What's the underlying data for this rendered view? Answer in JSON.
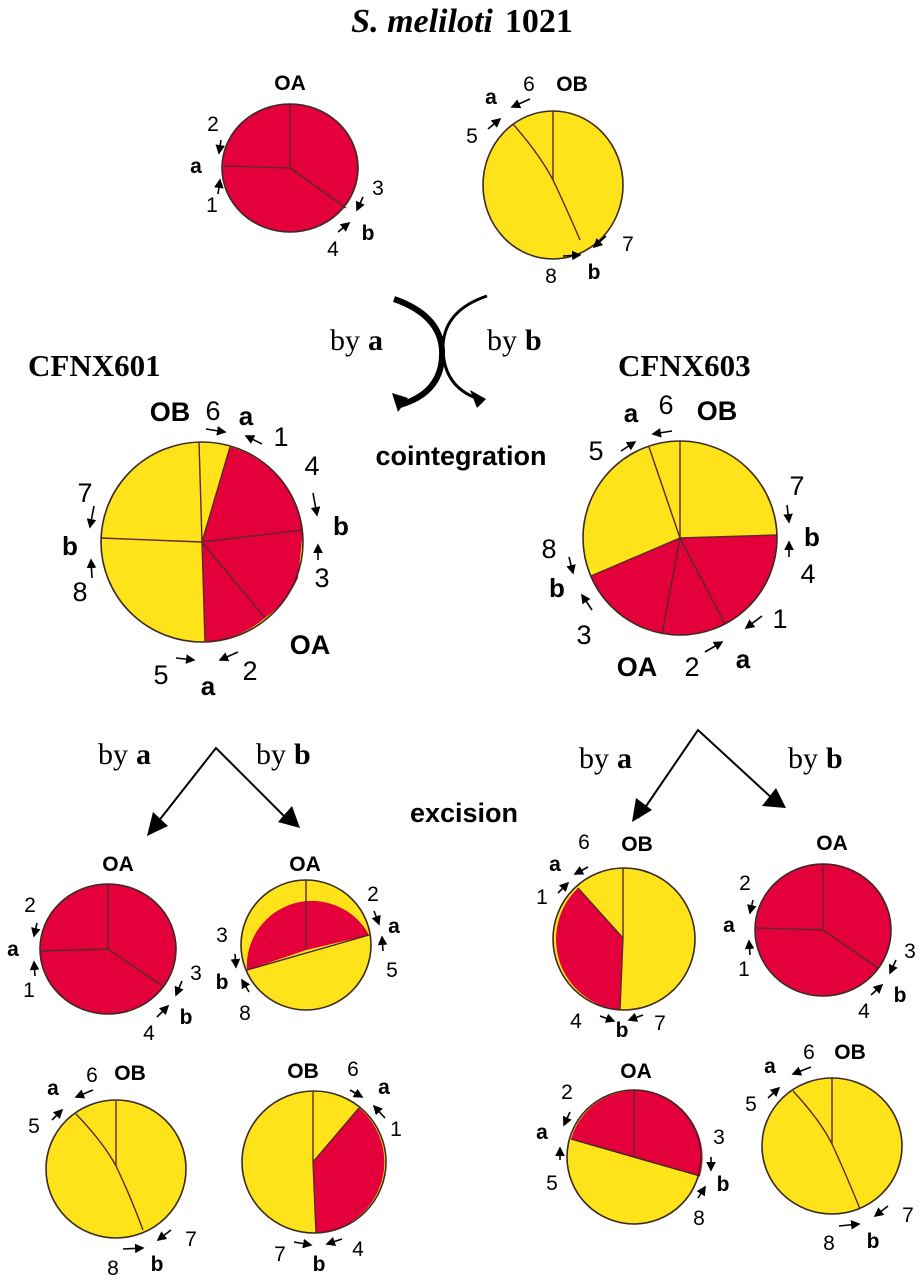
{
  "title": {
    "italic": "S. meliloti",
    "strain": "1021"
  },
  "colors": {
    "replicon_OA": "#e4003a",
    "replicon_OB": "#ffe31a",
    "line": "#000000"
  },
  "labels": {
    "OA": "OA",
    "OB": "OB",
    "site_a": "a",
    "site_b": "b",
    "by_prefix": "by",
    "cointegration": "cointegration",
    "excision": "excision"
  },
  "strains": {
    "left": "CFNX601",
    "right": "CFNX603"
  },
  "numbers": {
    "n1": "1",
    "n2": "2",
    "n3": "3",
    "n4": "4",
    "n5": "5",
    "n6": "6",
    "n7": "7",
    "n8": "8"
  },
  "steps": [
    {
      "name": "cointegration",
      "left_branch": "by a",
      "right_branch": "by b"
    },
    {
      "name": "excision",
      "left_branch": "by a",
      "right_branch": "by b"
    }
  ],
  "replicons": [
    {
      "id": "wt-OA",
      "origin": "OA",
      "composition": "OA only",
      "sites": [
        "1",
        "2",
        "a",
        "3",
        "4",
        "b"
      ]
    },
    {
      "id": "wt-OB",
      "origin": "OB",
      "composition": "OB only",
      "sites": [
        "5",
        "6",
        "a",
        "7",
        "8",
        "b"
      ]
    },
    {
      "id": "CFNX601",
      "origins": [
        "OB",
        "OA"
      ],
      "composition": "OA + OB cointegrate (by a)",
      "sites": [
        "6",
        "a",
        "1",
        "4",
        "b",
        "3",
        "2",
        "a",
        "5",
        "7",
        "b",
        "8"
      ]
    },
    {
      "id": "CFNX603",
      "origins": [
        "OB",
        "OA"
      ],
      "composition": "OA + OB cointegrate (by b)",
      "sites": [
        "5",
        "a",
        "6",
        "7",
        "b",
        "4",
        "1",
        "a",
        "2",
        "3",
        "b",
        "8"
      ]
    },
    {
      "id": "601-excision-a-OA",
      "origin": "OA",
      "composition": "OA only"
    },
    {
      "id": "601-excision-b-OA",
      "origin": "OA",
      "composition": "OA + OB segment"
    },
    {
      "id": "601-excision-a-OB",
      "origin": "OB",
      "composition": "OB only"
    },
    {
      "id": "601-excision-b-OB",
      "origin": "OB",
      "composition": "OB + OA segment"
    },
    {
      "id": "603-excision-a-OB",
      "origin": "OB",
      "composition": "OB + OA segment"
    },
    {
      "id": "603-excision-b-OA",
      "origin": "OA",
      "composition": "OA only"
    },
    {
      "id": "603-excision-a-OA",
      "origin": "OA",
      "composition": "OA + OB segment"
    },
    {
      "id": "603-excision-b-OB",
      "origin": "OB",
      "composition": "OB only"
    }
  ]
}
